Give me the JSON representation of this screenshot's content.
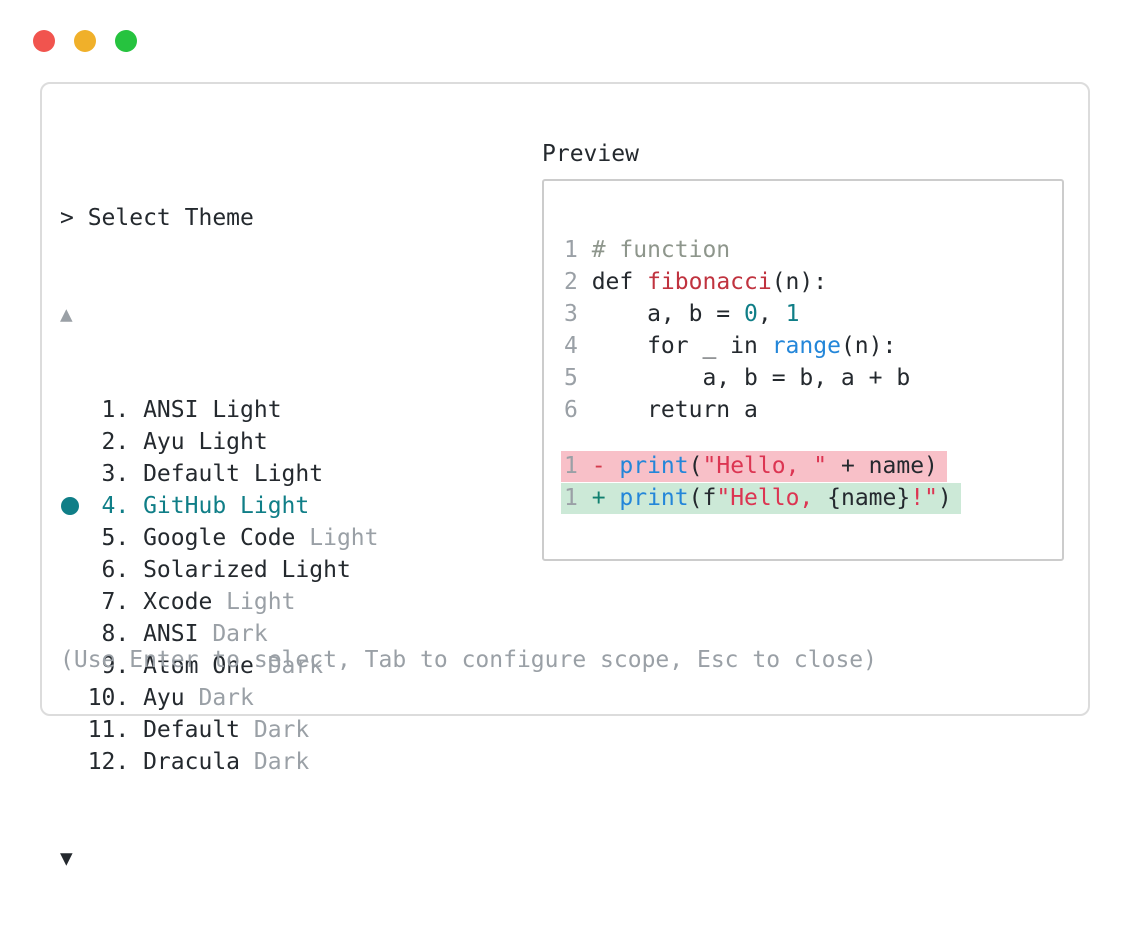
{
  "window": {
    "traffic_lights": [
      {
        "name": "close-button",
        "color": "#f1544e"
      },
      {
        "name": "minimize-button",
        "color": "#f0b02a"
      },
      {
        "name": "zoom-button",
        "color": "#26c33f"
      }
    ]
  },
  "header": {
    "text": "> Select Theme"
  },
  "theme_list": {
    "scroll_up_icon": "▲",
    "scroll_down_icon": "▼",
    "selected_index": 4,
    "items": [
      {
        "number": "1.",
        "name": "ANSI Light",
        "suffix": "",
        "selected": false
      },
      {
        "number": "2.",
        "name": "Ayu Light",
        "suffix": "",
        "selected": false
      },
      {
        "number": "3.",
        "name": "Default Light",
        "suffix": "",
        "selected": false
      },
      {
        "number": "4.",
        "name": "GitHub Light",
        "suffix": "",
        "selected": true
      },
      {
        "number": "5.",
        "name": "Google Code",
        "suffix": " Light",
        "selected": false
      },
      {
        "number": "6.",
        "name": "Solarized Light",
        "suffix": "",
        "selected": false
      },
      {
        "number": "7.",
        "name": "Xcode",
        "suffix": " Light",
        "selected": false
      },
      {
        "number": "8.",
        "name": "ANSI",
        "suffix": " Dark",
        "selected": false
      },
      {
        "number": "9.",
        "name": "Atom One",
        "suffix": " Dark",
        "selected": false
      },
      {
        "number": "10.",
        "name": "Ayu",
        "suffix": " Dark",
        "selected": false
      },
      {
        "number": "11.",
        "name": "Default",
        "suffix": " Dark",
        "selected": false
      },
      {
        "number": "12.",
        "name": "Dracula",
        "suffix": " Dark",
        "selected": false
      }
    ]
  },
  "preview": {
    "label": "Preview",
    "code_lines": [
      {
        "num": "1",
        "tokens": [
          {
            "text": "# function",
            "style": "comment"
          }
        ]
      },
      {
        "num": "2",
        "tokens": [
          {
            "text": "def ",
            "style": "fg"
          },
          {
            "text": "fibonacci",
            "style": "func"
          },
          {
            "text": "(n):",
            "style": "fg"
          }
        ]
      },
      {
        "num": "3",
        "tokens": [
          {
            "text": "    a, b = ",
            "style": "fg"
          },
          {
            "text": "0",
            "style": "num"
          },
          {
            "text": ", ",
            "style": "fg"
          },
          {
            "text": "1",
            "style": "num"
          }
        ]
      },
      {
        "num": "4",
        "tokens": [
          {
            "text": "    for _ in ",
            "style": "fg"
          },
          {
            "text": "range",
            "style": "builtin"
          },
          {
            "text": "(n):",
            "style": "fg"
          }
        ]
      },
      {
        "num": "5",
        "tokens": [
          {
            "text": "        a, b = b, a + b",
            "style": "fg"
          }
        ]
      },
      {
        "num": "6",
        "tokens": [
          {
            "text": "    return a",
            "style": "fg"
          }
        ]
      }
    ],
    "diff_lines": [
      {
        "num": "1",
        "kind": "removed",
        "tokens": [
          {
            "text": "- ",
            "style": "removed"
          },
          {
            "text": "print",
            "style": "builtin"
          },
          {
            "text": "(",
            "style": "fg"
          },
          {
            "text": "\"Hello, \"",
            "style": "string"
          },
          {
            "text": " + name)",
            "style": "fg"
          }
        ]
      },
      {
        "num": "1",
        "kind": "added",
        "tokens": [
          {
            "text": "+ ",
            "style": "added"
          },
          {
            "text": "print",
            "style": "builtin"
          },
          {
            "text": "(f",
            "style": "fg"
          },
          {
            "text": "\"Hello, ",
            "style": "string"
          },
          {
            "text": "{name}",
            "style": "fg"
          },
          {
            "text": "!\"",
            "style": "string"
          },
          {
            "text": ")",
            "style": "fg"
          }
        ]
      }
    ]
  },
  "help_text": "(Use Enter to select, Tab to configure scope, Esc to close)",
  "colors": {
    "fg": "#24292e",
    "gray": "#9aa0a6",
    "teal": "#0f7e87",
    "comment": "#8e968c",
    "func": "#c0333f",
    "number": "#0f7e87",
    "builtin": "#2386d9",
    "string": "#dc3552",
    "removed": "#d43a4c",
    "added": "#12806f",
    "removedBg": "#f8c0c8",
    "addedBg": "#cce9d7"
  }
}
